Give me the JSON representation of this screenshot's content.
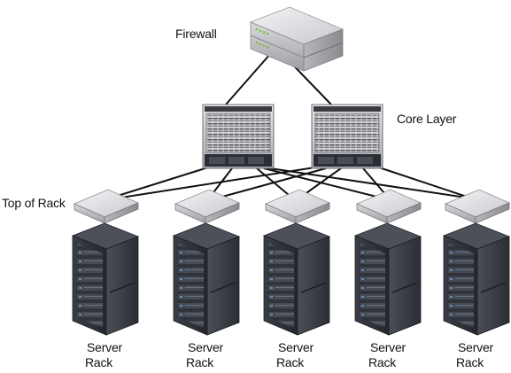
{
  "labels": {
    "firewall": "Firewall",
    "core_layer": "Core Layer",
    "top_of_rack": "Top of Rack"
  },
  "server_racks": [
    {
      "line1": "Server",
      "line2": "Rack"
    },
    {
      "line1": "Server",
      "line2": "Rack"
    },
    {
      "line1": "Server",
      "line2": "Rack"
    },
    {
      "line1": "Server",
      "line2": "Rack"
    },
    {
      "line1": "Server",
      "line2": "Rack"
    }
  ],
  "colors": {
    "link": "#111111",
    "device_light": "#e6e6e9",
    "device_mid": "#b9b9be",
    "device_dark": "#2a2d33",
    "rack_body": "#2e3138",
    "status_led": "#7fbf3f"
  }
}
